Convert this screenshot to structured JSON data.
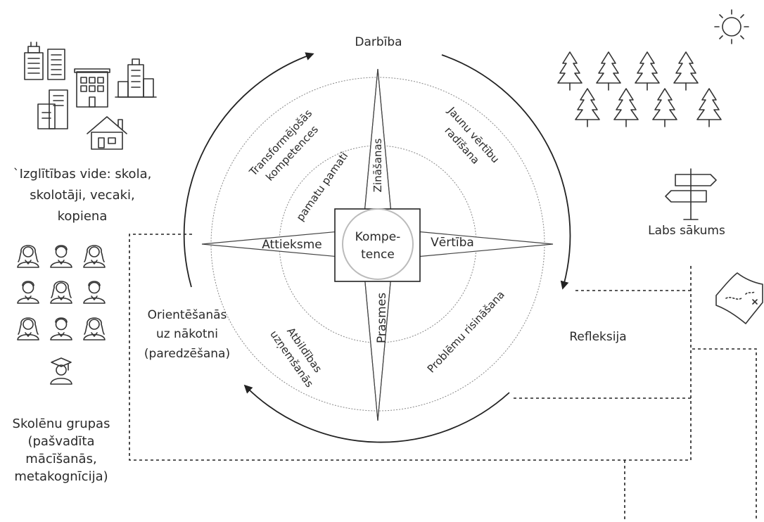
{
  "diagram": {
    "center": {
      "line1": "Kompe-",
      "line2": "tence"
    },
    "axes": {
      "top": "Zināšanas",
      "left": "Attieksme",
      "right": "Vērtība",
      "bottom": "Prasmes"
    },
    "outer_labels": {
      "top": "Darbība",
      "right": "Refleksija",
      "left": [
        "Orientēšanās",
        "uz nākotni",
        "(paredzēšana)"
      ]
    },
    "ring_labels": {
      "outer_top_left": [
        "Transformējošās",
        "kompetences"
      ],
      "inner_top_left": "pamatu pamati",
      "outer_top_right": [
        "Jaunu vērtību",
        "radīšana"
      ],
      "outer_bottom_left": [
        "Atbildības",
        "uzņemšanās"
      ],
      "outer_bottom_right": "Problēmu risināšana"
    },
    "side_labels": {
      "school": [
        "`Izglītības vide: skola,",
        "skolotāji, vecaki,",
        "kopiena"
      ],
      "students": [
        "Skolēnu grupas",
        "(pašvadīta",
        "mācīšanās,",
        "metakognīcija)"
      ],
      "good_start": "Labs sākums"
    },
    "icons": [
      "building-icon",
      "house-icon",
      "tree-icon",
      "sun-icon",
      "signpost-icon",
      "map-icon",
      "person-icon",
      "graduate-icon"
    ],
    "colors": {
      "line": "#222222",
      "dotted_ring": "#888888",
      "text": "#2a2a2a"
    }
  }
}
